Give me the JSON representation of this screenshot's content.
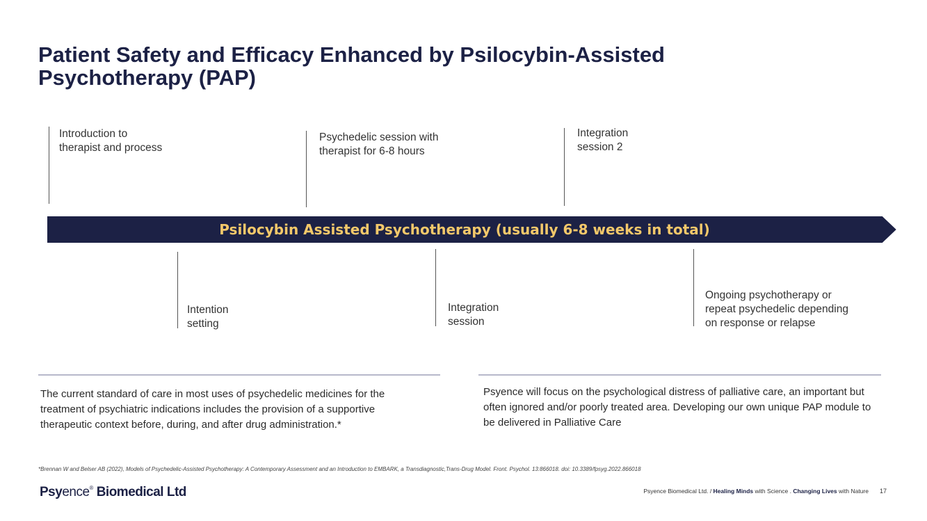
{
  "title": "Patient Safety and Efficacy Enhanced by Psilocybin-Assisted Psychotherapy (PAP)",
  "timeline": {
    "bar_label": "Psilocybin Assisted Psychotherapy (usually 6-8 weeks in total)",
    "bar_color": "#1c2145",
    "label_color": "#f3c86a",
    "top_steps": [
      "Introduction to\ntherapist and process",
      "Psychedelic session with\ntherapist for 6-8 hours",
      "Integration\nsession 2"
    ],
    "bottom_steps": [
      "Intention\nsetting",
      "Integration\n session",
      "Ongoing psychotherapy or\nrepeat psychedelic depending\non response or relapse"
    ]
  },
  "left_paragraph": "The current standard of care in most uses of psychedelic medicines for the treatment of psychiatric indications includes the provision of a supportive therapeutic context before, during, and after drug administration.*",
  "right_paragraph": "Psyence will focus on the psychological distress of palliative care, an important but often ignored and/or poorly treated area. Developing our own unique PAP module to be delivered in Palliative Care",
  "footnote": "*Brennan W and Belser AB (2022), Models of Psychedelic-Assisted Psychotherapy: A Contemporary Assessment and an Introduction to EMBARK, a Transdiagnostic,Trans-Drug Model. Front. Psychol. 13:866018. doi: 10.3389/fpsyg.2022.866018",
  "footer": {
    "brand_a": "Psy",
    "brand_b": "ence",
    "brand_tm": "®",
    "brand_c": " Biomedical Ltd",
    "tag_1": "Psyence Biomedical Ltd. / ",
    "tag_2": "Healing Minds",
    "tag_3": " with Science . ",
    "tag_4": "Changing Lives",
    "tag_5": " with Nature",
    "page": "17"
  }
}
